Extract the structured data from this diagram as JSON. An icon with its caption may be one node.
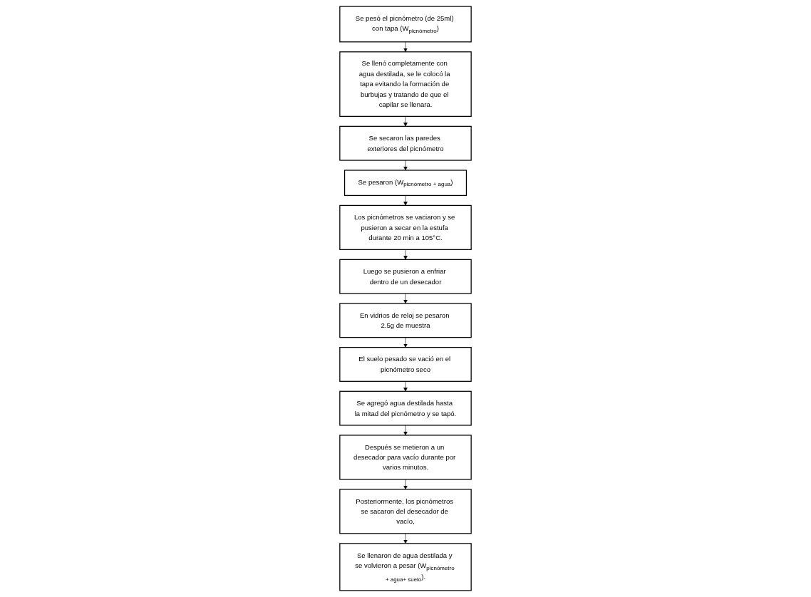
{
  "diagram": {
    "nodes": [
      {
        "text": [
          "Se pesó el picnómetro (de 25ml) con tapa (W$_{picnómetro}$)"
        ]
      },
      {
        "text": [
          "Se llenó completamente con agua destilada, se le colocó la tapa evitando la formación de burbujas y tratando de que el capilar se llenara."
        ]
      },
      {
        "text": [
          "Se secaron las paredes exteriores del picnómetro"
        ]
      },
      {
        "text": [
          "Se pesaron (W$_{picnómetro + agua}$)"
        ]
      },
      {
        "text": [
          "Los picnómetros se vaciaron y se pusieron a secar en la estufa durante 20 min a 105°C."
        ]
      },
      {
        "text": [
          "Luego se pusieron a enfriar dentro de un desecador"
        ]
      },
      {
        "text": [
          "En vidrios de reloj se pesaron 2.5g de muestra"
        ]
      },
      {
        "text": [
          "El suelo pesado se vació en el picnómetro seco"
        ]
      },
      {
        "text": [
          "Se agregó agua destilada hasta la mitad del picnómetro y se tapó."
        ]
      },
      {
        "text": [
          "Después se metieron a un desecador para vacío durante por varios minutos."
        ]
      },
      {
        "text": [
          "Posteriormente, los picnómetros se sacaron del desecador de vacío,"
        ]
      },
      {
        "text": [
          "Se llenaron de agua destilada y se volvieron a pesar (W$_{picnómetro + agua+ suelo}$)."
        ]
      }
    ],
    "edges": [
      {
        "from": 0,
        "to": 1,
        "arrow": "to"
      },
      {
        "from": 1,
        "to": 2,
        "arrow": "to"
      },
      {
        "from": 2,
        "to": 3,
        "arrow": "to"
      },
      {
        "from": 3,
        "to": 4,
        "arrow": "to"
      },
      {
        "from": 4,
        "to": 5,
        "arrow": "to"
      },
      {
        "from": 5,
        "to": 6,
        "arrow": "to"
      },
      {
        "from": 6,
        "to": 7,
        "arrow": "to"
      },
      {
        "from": 7,
        "to": 8,
        "arrow": "to"
      },
      {
        "from": 8,
        "to": 9,
        "arrow": "to"
      },
      {
        "from": 9,
        "to": 10,
        "arrow": "to"
      },
      {
        "from": 10,
        "to": 11,
        "arrow": "to"
      }
    ]
  }
}
